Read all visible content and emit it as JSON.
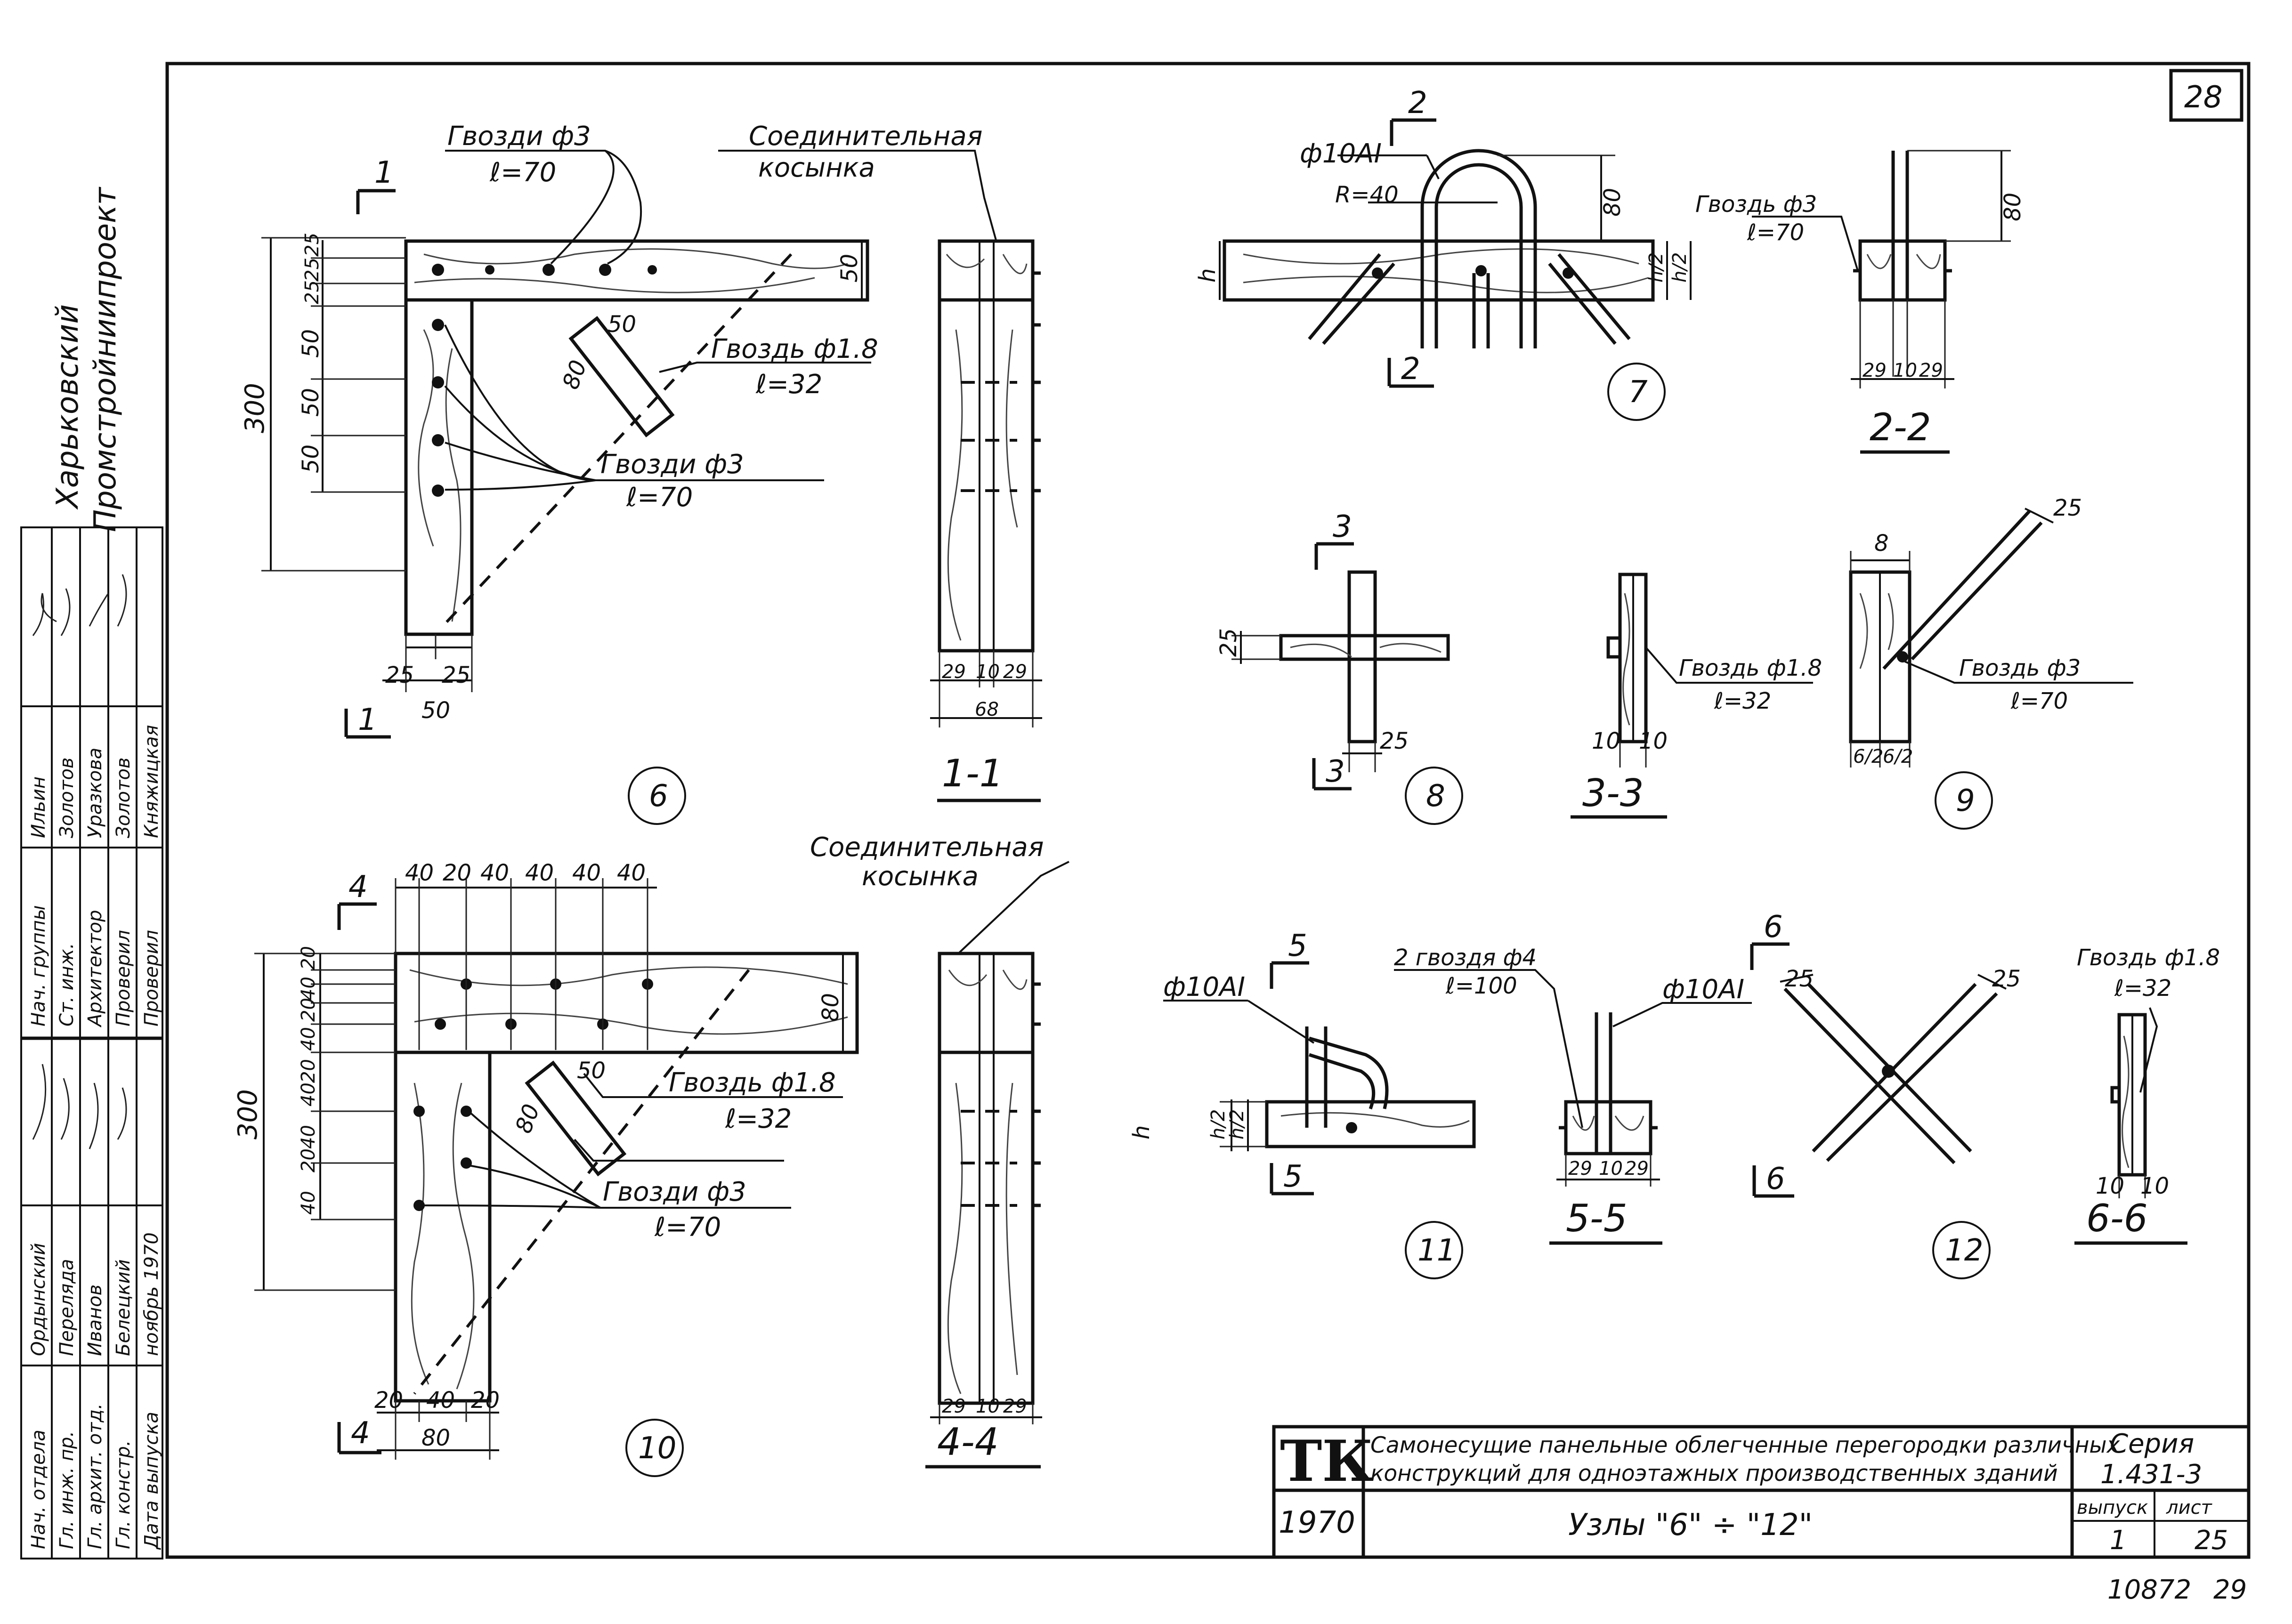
{
  "sheet": {
    "page_number": "28",
    "footer_numbers": [
      "10872",
      "29"
    ]
  },
  "side": {
    "organization": [
      "Харьковский",
      "Промстройниипроект"
    ],
    "signature_rows": [
      [
        "Нач. группы",
        "Ильин"
      ],
      [
        "Ст. инж.",
        "Золотов"
      ],
      [
        "Архитектор",
        "Уразкова"
      ],
      [
        "Проверил",
        "Золотов"
      ],
      [
        "Проверил",
        "Княжицкая"
      ]
    ],
    "approval_rows": [
      [
        "Нач. отдела",
        "Ордынский"
      ],
      [
        "Гл. инж. пр.",
        "Переляда"
      ],
      [
        "Гл. архит. отд.",
        "Иванов"
      ],
      [
        "Гл. констр.",
        "Белецкий"
      ],
      [
        "Дата выпуска",
        "ноябрь 1970"
      ]
    ]
  },
  "title_block": {
    "logo": "ТК",
    "year": "1970",
    "description_line1": "Самонесущие панельные облегченные перегородки различных",
    "description_line2": "конструкций для одноэтажных производственных зданий",
    "series_label": "Серия",
    "series_value": "1.431-3",
    "sheet_title": "Узлы \"6\" ÷ \"12\"",
    "issue_label": "выпуск",
    "issue_value": "1",
    "page_label": "лист",
    "page_value": "25"
  },
  "node6": {
    "number": "6",
    "nails_top": [
      "Гвозди ф3",
      "ℓ=70"
    ],
    "joint_label": [
      "Соединительная",
      "косынка"
    ],
    "nail_small": [
      "Гвоздь ф1.8",
      "ℓ=32"
    ],
    "nails_bottom": [
      "Гвозди ф3",
      "ℓ=70"
    ],
    "cut_mark": "1",
    "dim_total": "300",
    "dims_vertical": [
      "25",
      "25",
      "25",
      "50",
      "50",
      "50"
    ],
    "dim_right": "50",
    "dims_bottom": [
      "25",
      "25",
      "50"
    ],
    "gusset_dims": [
      "50",
      "80"
    ]
  },
  "section1": {
    "label": "1-1",
    "dims": [
      "29",
      "10",
      "29",
      "68"
    ]
  },
  "node7": {
    "number": "7",
    "rebar": "ф10АI",
    "radius": "R=40",
    "dim_height": "80",
    "dim_h": "h",
    "dim_h_half": [
      "h/2",
      "h/2"
    ],
    "cut_mark": "2"
  },
  "section2": {
    "label": "2-2",
    "nail": [
      "Гвоздь ф3",
      "ℓ=70"
    ],
    "dim_height": "80",
    "dims": [
      "29",
      "10",
      "29"
    ]
  },
  "node8": {
    "number": "8",
    "cut_mark": "3",
    "dims": [
      "25",
      "25"
    ]
  },
  "section3": {
    "label": "3-3",
    "nail": [
      "Гвоздь ф1.8",
      "ℓ=32"
    ],
    "dims": [
      "10",
      "10"
    ]
  },
  "node9": {
    "number": "9",
    "nail": [
      "Гвоздь ф3",
      "ℓ=70"
    ],
    "dims": [
      "8",
      "25",
      "6/2",
      "6/2"
    ]
  },
  "node10": {
    "number": "10",
    "joint_label": [
      "Соединительная",
      "косынка"
    ],
    "nail_small": [
      "Гвоздь ф1.8",
      "ℓ=32"
    ],
    "nails": [
      "Гвозди ф3",
      "ℓ=70"
    ],
    "cut_mark": "4",
    "dims_top": [
      "40",
      "20",
      "40",
      "40",
      "40",
      "40"
    ],
    "dim_total": "300",
    "dims_vertical": [
      "20",
      "40",
      "20",
      "40",
      "20",
      "40",
      "40",
      "20",
      "40",
      "40"
    ],
    "dim_right": "80",
    "dims_bottom": [
      "20",
      "40",
      "20",
      "80"
    ],
    "gusset_dims": [
      "50",
      "80"
    ]
  },
  "section4": {
    "label": "4-4",
    "dims": [
      "29",
      "10",
      "29"
    ]
  },
  "node11": {
    "number": "11",
    "rebar": "ф10АI",
    "cut_mark": "5",
    "dim_h": "h",
    "dim_h_half": [
      "h/2",
      "h/2"
    ]
  },
  "section5": {
    "label": "5-5",
    "nails": [
      "2 гвоздя ф4",
      "ℓ=100"
    ],
    "rebar": "ф10АI",
    "dims": [
      "29",
      "10",
      "29"
    ]
  },
  "node12": {
    "number": "12",
    "cut_mark": "6",
    "dims": [
      "25",
      "25"
    ]
  },
  "section6": {
    "label": "6-6",
    "nail": [
      "Гвоздь ф1.8",
      "ℓ=32"
    ],
    "dims": [
      "10",
      "10"
    ]
  }
}
